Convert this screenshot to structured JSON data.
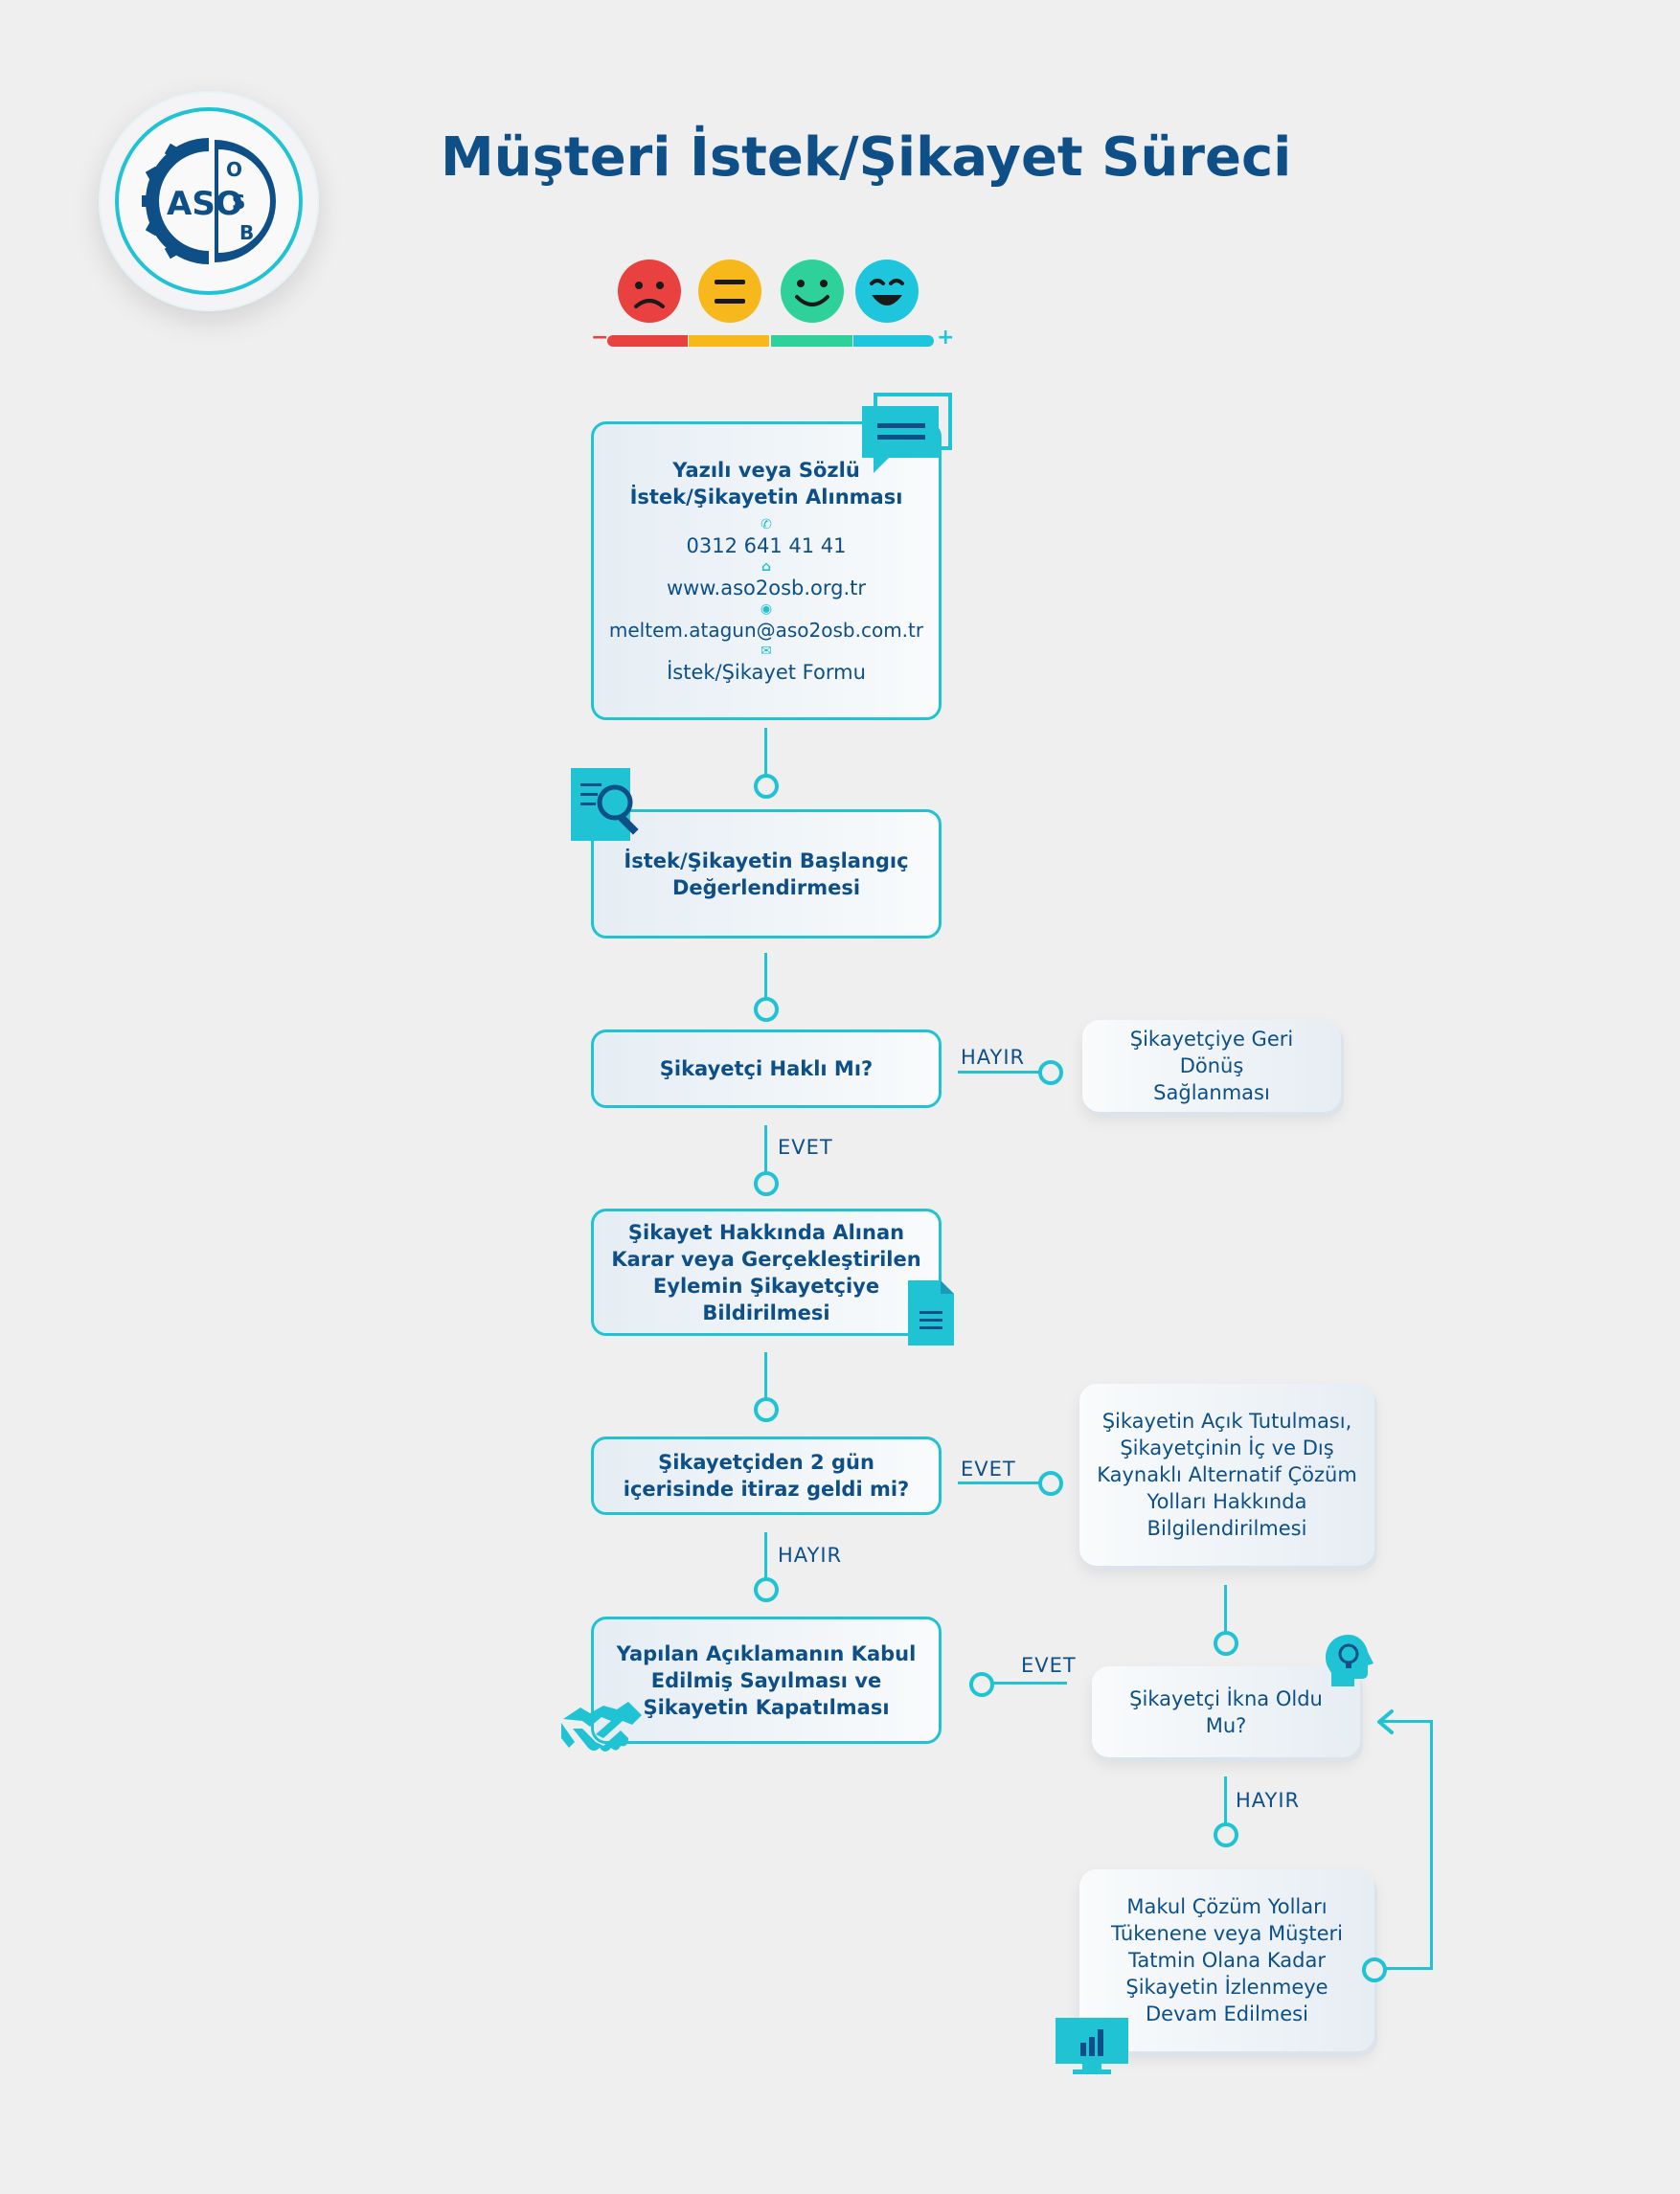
{
  "title": "Müşteri İstek/Şikayet Süreci",
  "logo": {
    "aso": "ASO",
    "osb": [
      "O",
      "S",
      "B"
    ]
  },
  "scale": {
    "minus": "−",
    "plus": "+"
  },
  "colors": {
    "accent": "#1fc3d3",
    "navy": "#0d4f86",
    "red": "#e8413f",
    "yellow": "#f6b81b",
    "green": "#2ed19a",
    "cyan": "#1dc6dc"
  },
  "steps": {
    "receive": {
      "title_1": "Yazılı veya Sözlü",
      "title_2": "İstek/Şikayetin Alınması",
      "phone": "0312 641 41 41",
      "web": "www.aso2osb.org.tr",
      "email": "meltem.atagun@aso2osb.com.tr",
      "form": "İstek/Şikayet Formu"
    },
    "initial_eval": {
      "line_1": "İstek/Şikayetin Başlangıç",
      "line_2": "Değerlendirmesi"
    },
    "is_right": "Şikayetçi Haklı Mı?",
    "feedback": {
      "line_1": "Şikayetçiye Geri Dönüş",
      "line_2": "Sağlanması"
    },
    "decision": {
      "line_1": "Şikayet Hakkında Alınan",
      "line_2": "Karar veya Gerçekleştirilen",
      "line_3": "Eylemin Şikayetçiye",
      "line_4": "Bildirilmesi"
    },
    "objection": {
      "line_1": "Şikayetçiden 2 gün",
      "line_2": "içerisinde itiraz geldi mi?"
    },
    "open_info": {
      "line_1": "Şikayetin Açık Tutulması,",
      "line_2": "Şikayetçinin İç ve Dış",
      "line_3": "Kaynaklı Alternatif Çözüm",
      "line_4": "Yolları Hakkında",
      "line_5": "Bilgilendirilmesi"
    },
    "close": {
      "line_1": "Yapılan Açıklamanın Kabul",
      "line_2": "Edilmiş Sayılması ve",
      "line_3": "Şikayetin Kapatılması"
    },
    "convinced": "Şikayetçi İkna Oldu Mu?",
    "monitor": {
      "line_1": "Makul Çözüm Yolları",
      "line_2": "Tükenene veya Müşteri",
      "line_3": "Tatmin Olana Kadar",
      "line_4": "Şikayetin İzlenmeye",
      "line_5": "Devam Edilmesi"
    }
  },
  "labels": {
    "hayir_1": "HAYIR",
    "evet_1": "EVET",
    "evet_2": "EVET",
    "hayir_2": "HAYIR",
    "evet_3": "EVET",
    "hayir_3": "HAYIR"
  }
}
